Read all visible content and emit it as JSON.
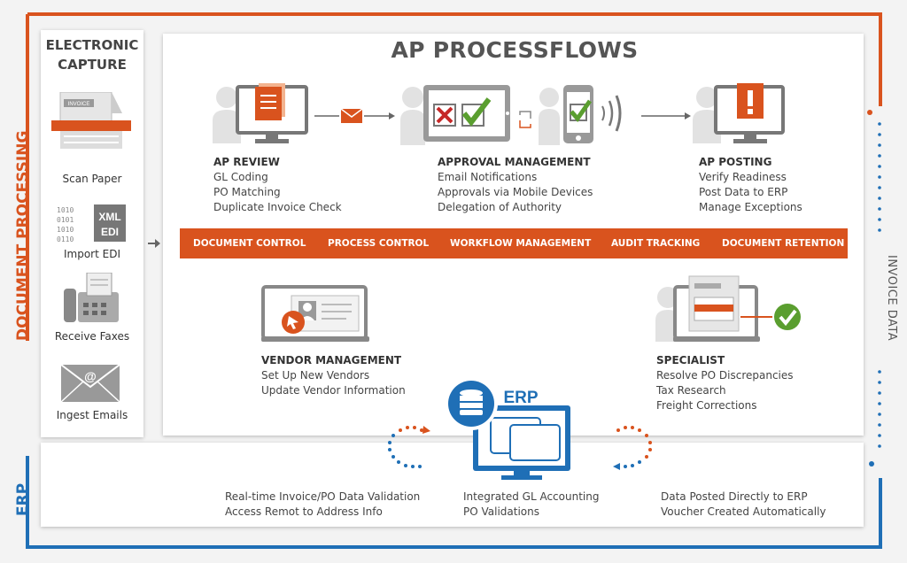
{
  "left_title": "ELECTRONIC CAPTURE",
  "capture_items": [
    "Scan Paper",
    "Import EDI",
    "Receive Faxes",
    "Ingest Emails"
  ],
  "invoice_tag": "INVOICE",
  "xml_label": "XML",
  "edi_label": "EDI",
  "left_vertical": "DOCUMENT PROCESSING",
  "right_vertical": "INVOICE DATA",
  "erp_vertical": "ERP",
  "main_title": "AP PROCESSFLOWS",
  "ap_review": {
    "title": "AP REVIEW",
    "lines": [
      "GL Coding",
      "PO Matching",
      "Duplicate Invoice Check"
    ]
  },
  "approval": {
    "title": "APPROVAL MANAGEMENT",
    "lines": [
      "Email Notifications",
      "Approvals via Mobile Devices",
      "Delegation of Authority"
    ]
  },
  "ap_posting": {
    "title": "AP POSTING",
    "lines": [
      "Verify Readiness",
      "Post Data to ERP",
      "Manage Exceptions"
    ]
  },
  "band_items": [
    "DOCUMENT CONTROL",
    "PROCESS CONTROL",
    "WORKFLOW MANAGEMENT",
    "AUDIT TRACKING",
    "DOCUMENT RETENTION"
  ],
  "vendor": {
    "title": "VENDOR MANAGEMENT",
    "lines": [
      "Set Up New Vendors",
      "Update Vendor Information"
    ]
  },
  "specialist": {
    "title": "SPECIALIST",
    "lines": [
      "Resolve PO Discrepancies",
      "Tax Research",
      "Freight Corrections"
    ]
  },
  "erp_label": "ERP",
  "erp_bottom": {
    "left": [
      "Real-time Invoice/PO Data Validation",
      "Access Remot to Address Info"
    ],
    "center": [
      "Integrated GL Accounting",
      "PO Validations"
    ],
    "right": [
      "Data Posted Directly to ERP",
      "Voucher Created Automatically"
    ]
  },
  "colors": {
    "orange": "#d9531e",
    "blue": "#1f6fb6",
    "green": "#5a9e2f",
    "gray": "#999999"
  }
}
